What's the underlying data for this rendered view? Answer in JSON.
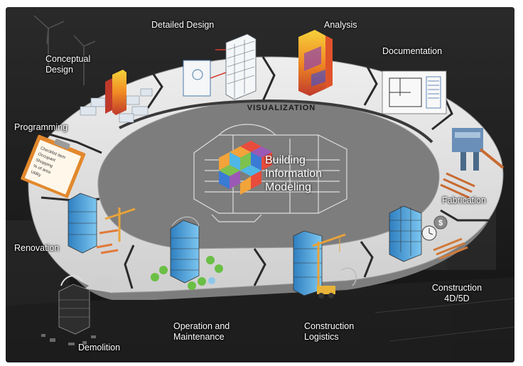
{
  "center": {
    "title_lines": [
      "Building",
      "Information",
      "Modeling"
    ]
  },
  "ring": {
    "banner": "VISUALIZATION"
  },
  "stages": {
    "detailed_design": "Detailed Design",
    "analysis": "Analysis",
    "conceptual_design": [
      "Conceptual",
      "Design"
    ],
    "documentation": "Documentation",
    "programming": "Programming",
    "fabrication": "Fabrication",
    "renovation": "Renovation",
    "construction": [
      "Construction",
      "4D/5D"
    ],
    "demolition": "Demolition",
    "operation": [
      "Operation and",
      "Maintenance"
    ],
    "logistics": [
      "Construction",
      "Logistics"
    ]
  },
  "icons": {
    "checklist_lines": [
      "Checklist item",
      "Occupant",
      "Shopping",
      "% of area",
      "Utility"
    ],
    "currency_symbol": "$"
  },
  "colors": {
    "background": "#1b1b1b",
    "ring_top": "#e3e3e3",
    "ring_side": "#8d8d8d",
    "building_blue": "#4aa0d8",
    "crane_orange": "#e9a33a",
    "cube_colors": [
      "#e94b3c",
      "#f2a33a",
      "#4fb7e6",
      "#7dc24e",
      "#9b59b6",
      "#3a7bd5"
    ]
  }
}
